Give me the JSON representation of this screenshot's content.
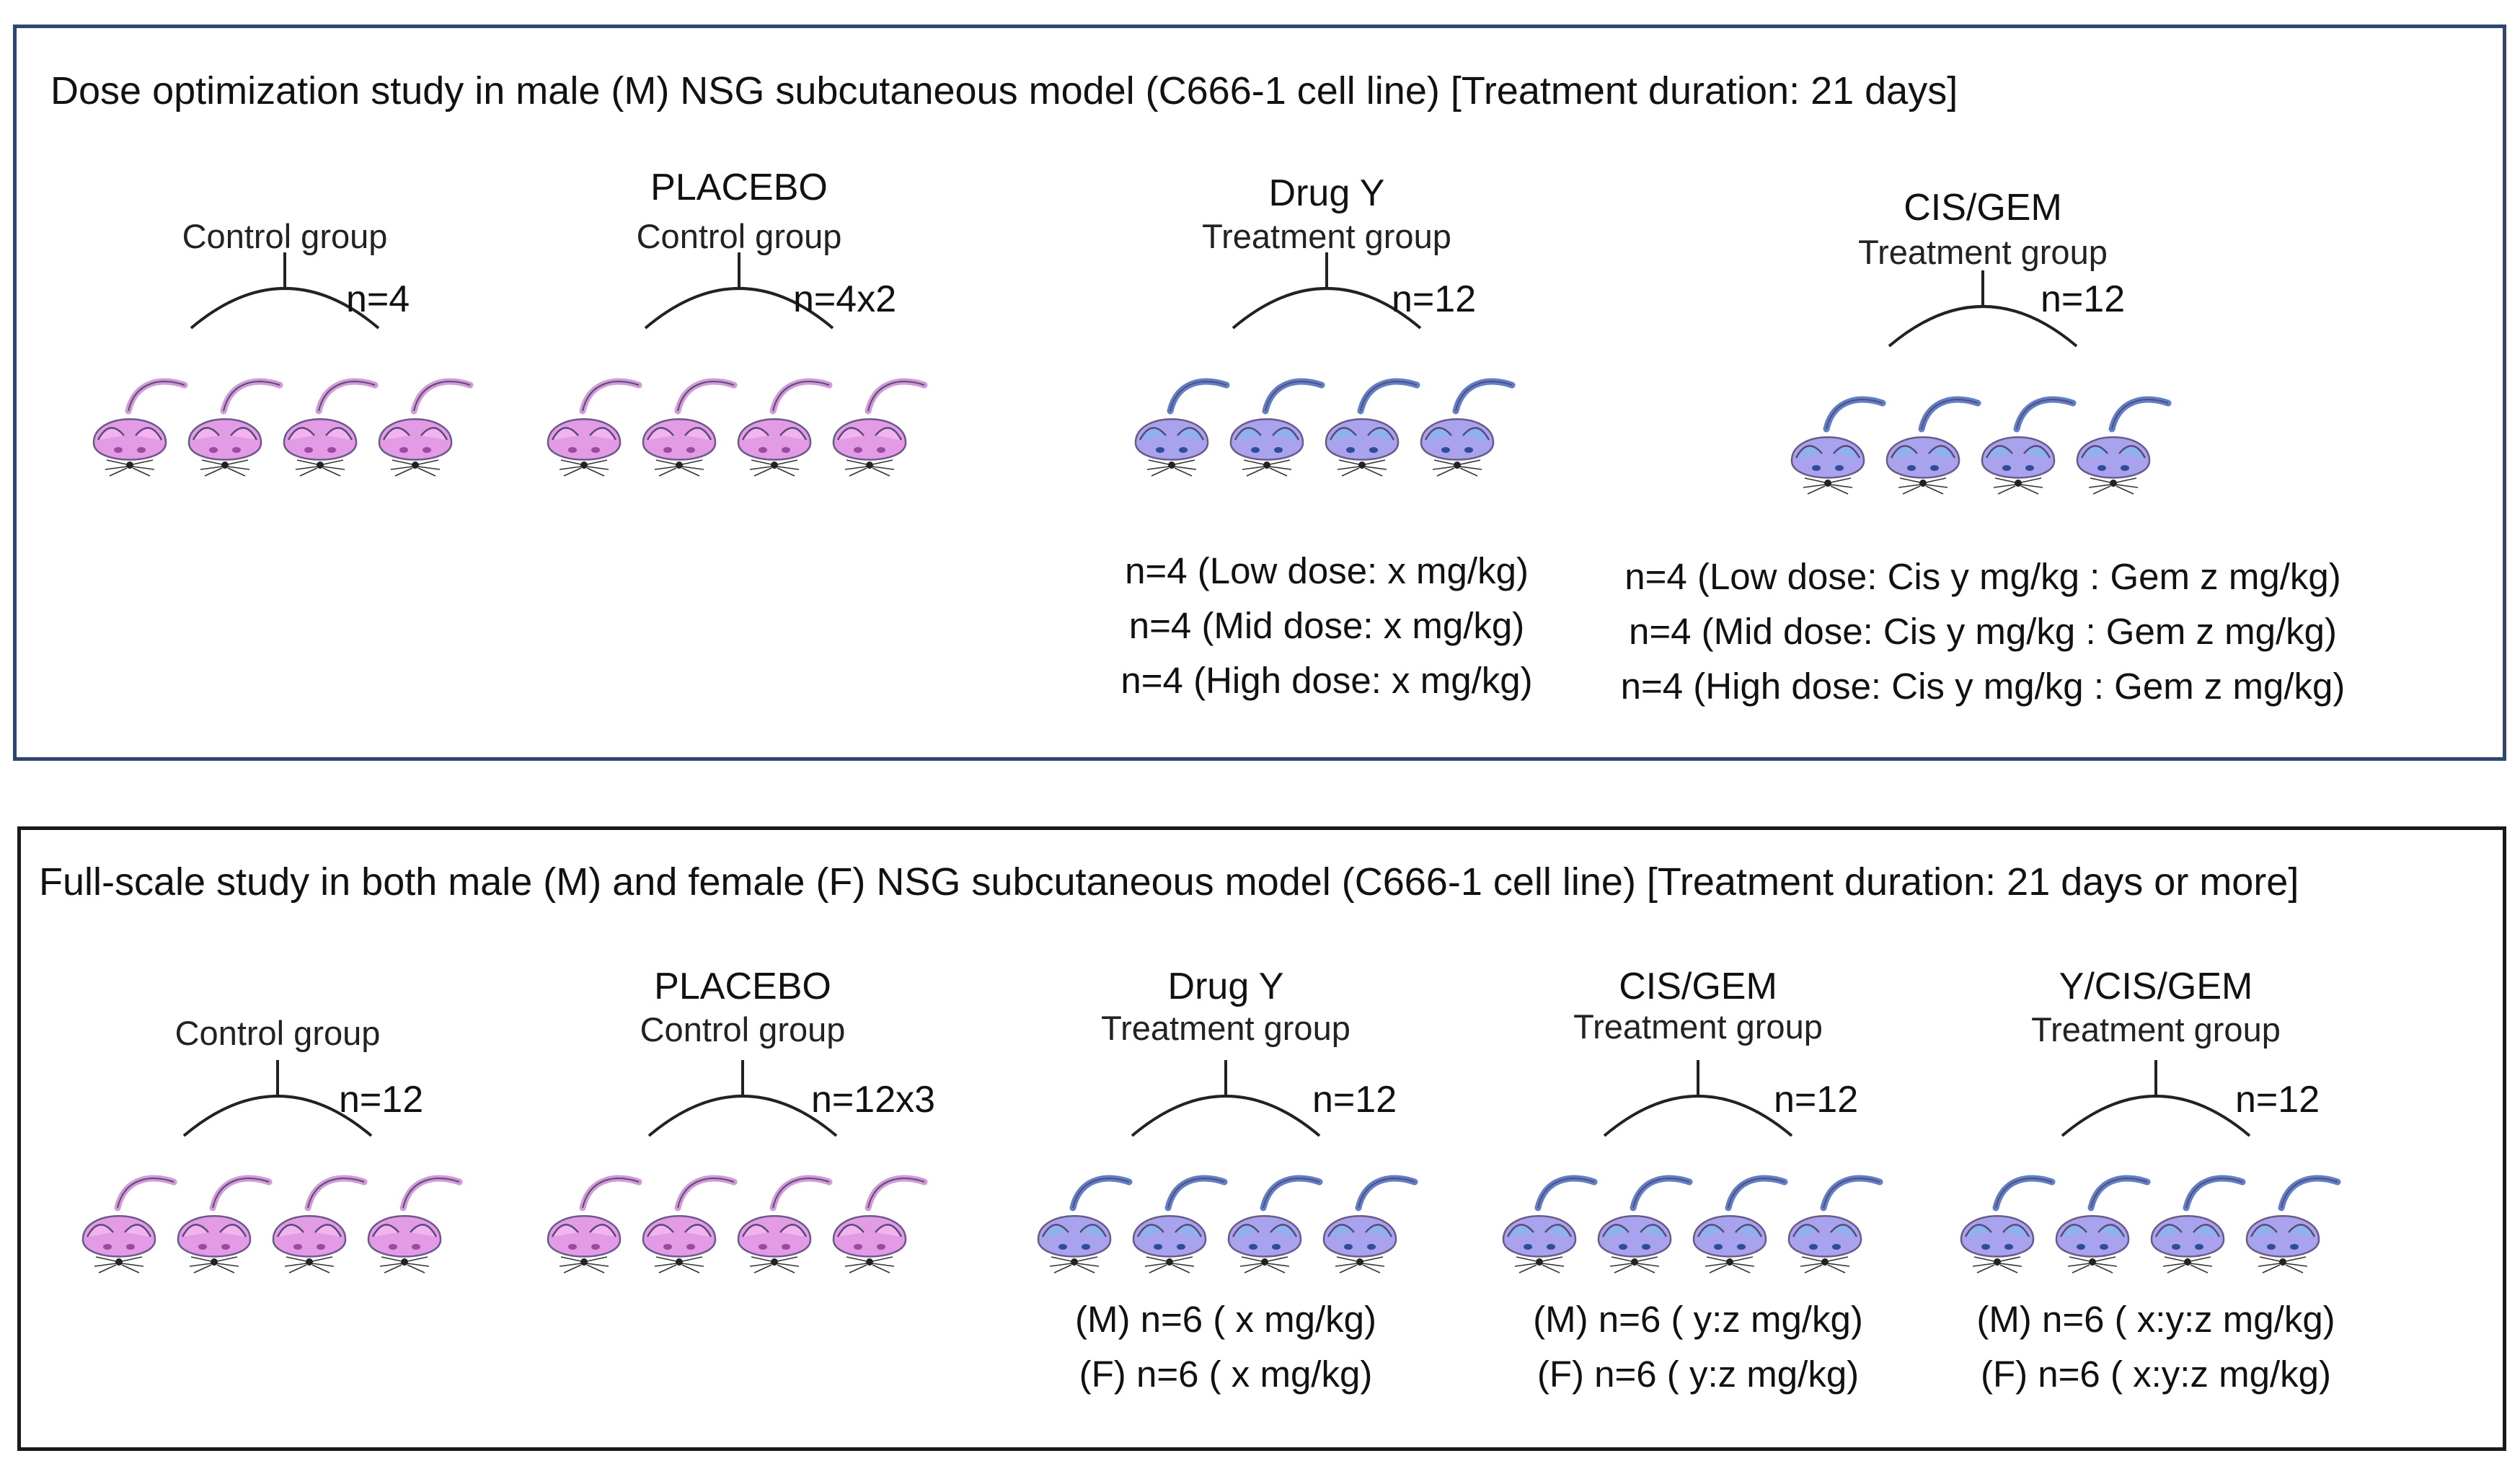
{
  "colors": {
    "panel1_border": "#2e4670",
    "panel2_border": "#1a1a1a",
    "control_mouse": "#e49be6",
    "treatment_mouse": "#a9a3ee",
    "treatment_tail": "#5f80c8",
    "control_tail": "#d29ad6"
  },
  "icons": {
    "mouse_icon": "mouse-icon",
    "bracket_icon": "bracket-icon"
  },
  "panel1": {
    "title": "Dose optimization study in male (M) NSG subcutaneous model (C666-1 cell line) [Treatment duration: 21 days]",
    "groups": [
      {
        "heading": "",
        "subheading": "Control group",
        "n": "n=4",
        "doses": []
      },
      {
        "heading": "PLACEBO",
        "subheading": "Control group",
        "n": "n=4x2",
        "doses": []
      },
      {
        "heading": "Drug Y",
        "subheading": "Treatment group",
        "n": "n=12",
        "doses": [
          "n=4 (Low dose: x mg/kg)",
          "n=4 (Mid dose: x mg/kg)",
          "n=4 (High dose: x mg/kg)"
        ]
      },
      {
        "heading": "CIS/GEM",
        "subheading": "Treatment group",
        "n": "n=12",
        "doses": [
          "n=4 (Low dose: Cis y mg/kg : Gem z mg/kg)",
          "n=4 (Mid dose: Cis y mg/kg : Gem z mg/kg)",
          "n=4 (High dose: Cis y mg/kg : Gem z mg/kg)"
        ]
      }
    ]
  },
  "panel2": {
    "title": "Full-scale study in both male (M) and female (F) NSG subcutaneous model (C666-1 cell line) [Treatment duration: 21 days or more]",
    "groups": [
      {
        "heading": "",
        "subheading": "Control group",
        "n": "n=12",
        "doses": []
      },
      {
        "heading": "PLACEBO",
        "subheading": "Control group",
        "n": "n=12x3",
        "doses": []
      },
      {
        "heading": "Drug Y",
        "subheading": "Treatment group",
        "n": "n=12",
        "doses": [
          "(M) n=6 ( x mg/kg)",
          "(F) n=6 ( x mg/kg)"
        ]
      },
      {
        "heading": "CIS/GEM",
        "subheading": "Treatment group",
        "n": "n=12",
        "doses": [
          "(M) n=6 ( y:z mg/kg)",
          "(F) n=6 ( y:z mg/kg)"
        ]
      },
      {
        "heading": "Y/CIS/GEM",
        "subheading": "Treatment group",
        "n": "n=12",
        "doses": [
          "(M) n=6 ( x:y:z mg/kg)",
          "(F) n=6 ( x:y:z mg/kg)"
        ]
      }
    ]
  }
}
